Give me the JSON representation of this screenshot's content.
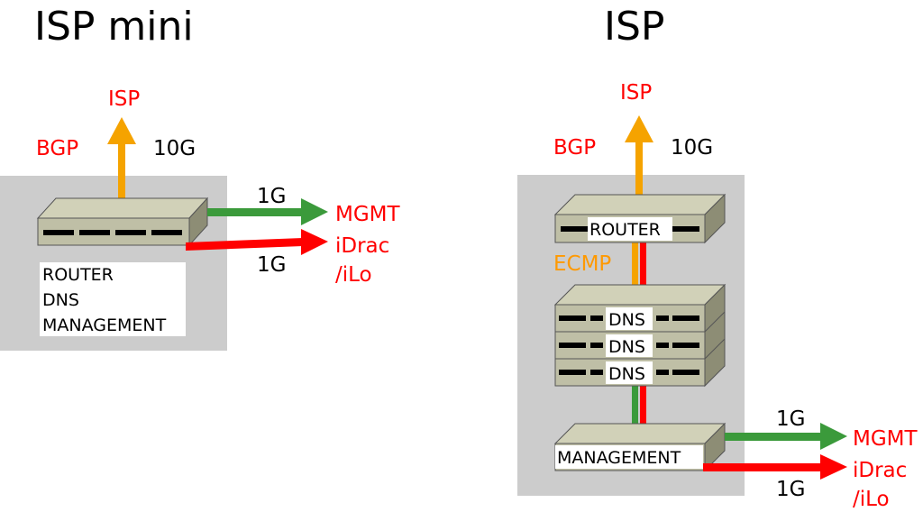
{
  "colors": {
    "panel": "#cccccc",
    "device_top": "#d1d1b8",
    "device_front": "#bfbfa6",
    "device_side": "#8d8d75",
    "orange": "#f5a300",
    "green": "#3b9a3b",
    "red": "#ff0000"
  },
  "isp_mini": {
    "title": "ISP mini",
    "uplink_label": "ISP",
    "protocol_label": "BGP",
    "uplink_speed": "10G",
    "mgmt_speed": "1G",
    "mgmt_target": "MGMT",
    "oob_speed": "1G",
    "oob_target_line1": "iDrac",
    "oob_target_line2": "/iLo",
    "roles": [
      "ROUTER",
      "DNS",
      "MANAGEMENT"
    ]
  },
  "isp": {
    "title": "ISP",
    "uplink_label": "ISP",
    "protocol_label": "BGP",
    "uplink_speed": "10G",
    "router_label": "ROUTER",
    "ecmp_label": "ECMP",
    "dns_labels": [
      "DNS",
      "DNS",
      "DNS"
    ],
    "management_label": "MANAGEMENT",
    "mgmt_speed": "1G",
    "mgmt_target": "MGMT",
    "oob_speed": "1G",
    "oob_target_line1": "iDrac",
    "oob_target_line2": "/iLo"
  }
}
